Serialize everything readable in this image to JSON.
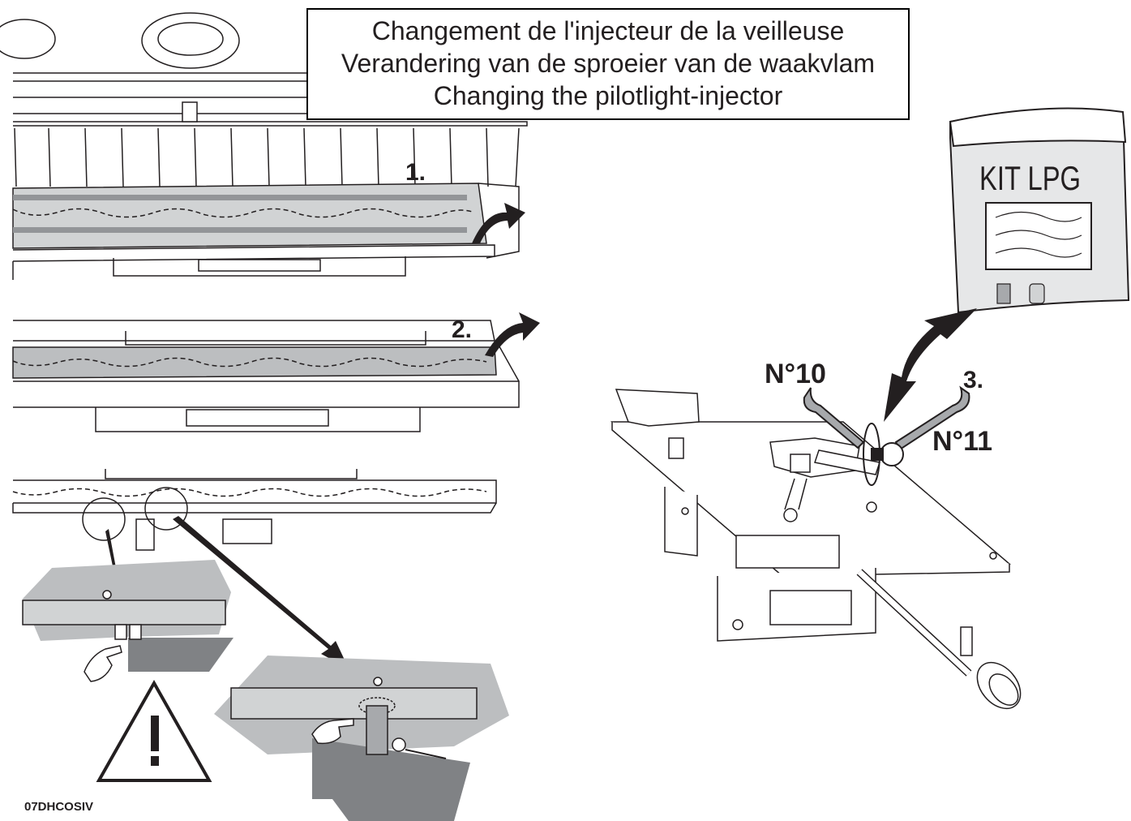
{
  "title": {
    "line_fr": "Changement de l'injecteur de la veilleuse",
    "line_nl": "Verandering van de sproeier van de waakvlam",
    "line_en": "Changing the pilotlight-injector"
  },
  "steps": {
    "step1": "1.",
    "step2": "2.",
    "step3": "3."
  },
  "tools": {
    "wrench_a": "N°10",
    "wrench_b": "N°11"
  },
  "kit_label": "KIT LPG",
  "drawing_code": "07DHCOSIV",
  "colors": {
    "line": "#231f20",
    "tray_gray": "#bcbec0",
    "shadow_gray": "#a7a9ac",
    "dark_gray": "#808285",
    "bag_fill": "#e6e7e8"
  }
}
